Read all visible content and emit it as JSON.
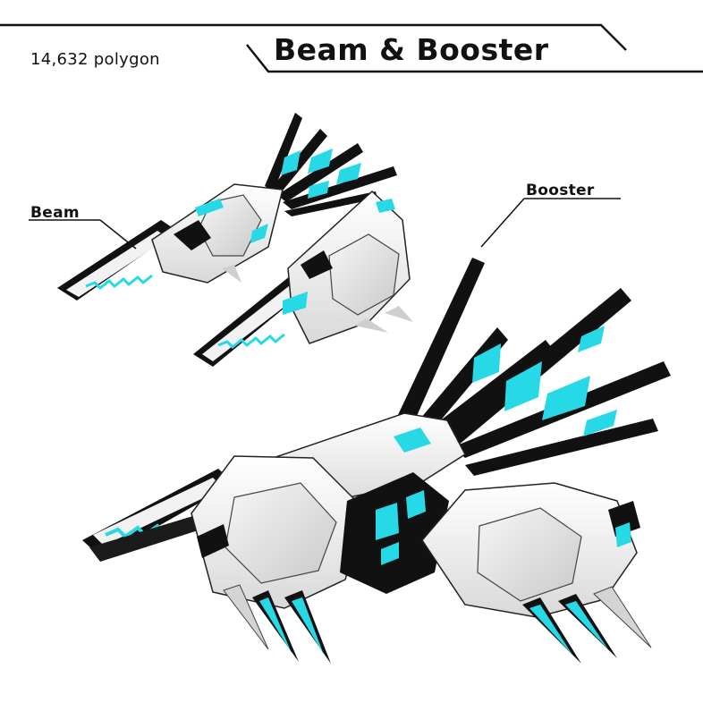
{
  "header": {
    "polygon_count": "14,632 polygon",
    "title": "Beam & Booster"
  },
  "callouts": {
    "beam": "Beam",
    "booster": "Booster"
  },
  "colors": {
    "accent": "#27d8e6",
    "armor": "#f2f2f2",
    "dark": "#111111"
  }
}
